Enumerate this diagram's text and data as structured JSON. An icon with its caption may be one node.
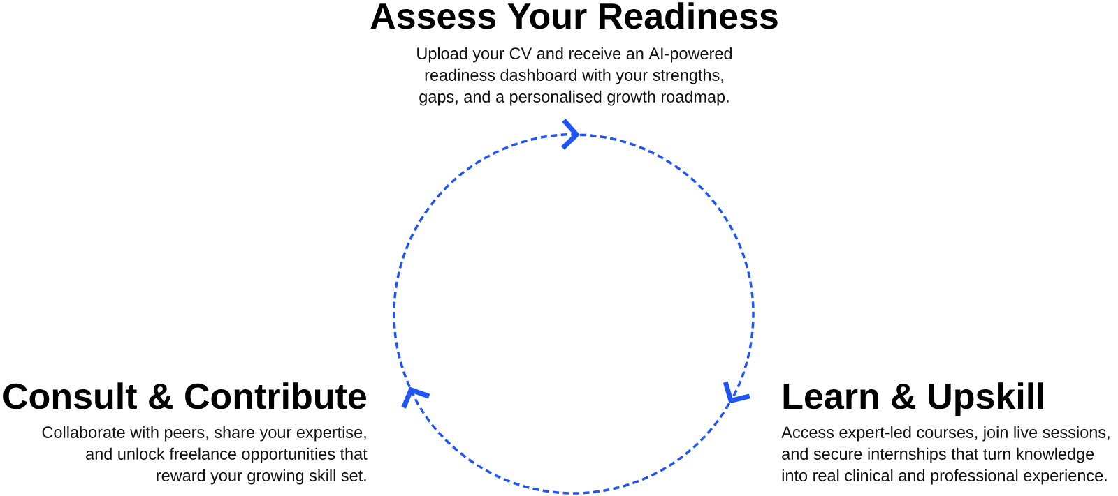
{
  "diagram": {
    "nodes": [
      {
        "text": [
          "Assess Your Readiness",
          "Upload your CV and receive an AI-powered readiness dashboard with your strengths, gaps, and a personalised growth roadmap."
        ]
      },
      {
        "text": [
          "Consult & Contribute",
          "Collaborate with peers, share your expertise, and unlock freelance opportunities that reward your growing skill set."
        ]
      },
      {
        "text": [
          "Learn & Upskill",
          "Access expert-led courses, join live sessions, and secure internships that turn knowledge into real clinical and professional experience."
        ]
      }
    ],
    "edges": [
      {
        "from": 0,
        "to": 2,
        "arrow": "to",
        "style": "dashed"
      },
      {
        "from": 2,
        "to": 1,
        "arrow": "to",
        "style": "dashed"
      },
      {
        "from": 1,
        "to": 0,
        "arrow": "to",
        "style": "dashed"
      }
    ]
  }
}
